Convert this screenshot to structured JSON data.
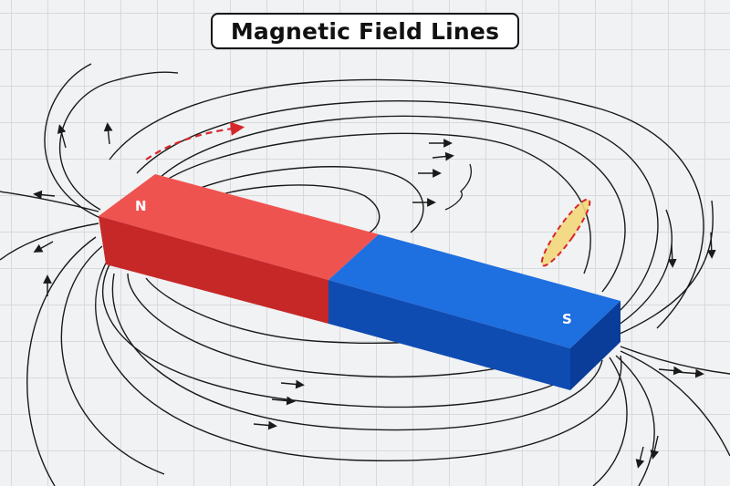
{
  "title": "Magnetic Field Lines",
  "magnet": {
    "north_label": "N",
    "south_label": "S",
    "north_color": "#e5363a",
    "south_color": "#1d5fd0"
  },
  "colors": {
    "field_line": "#1a1a1a",
    "highlight": "#d7262b",
    "background": "#f1f2f3"
  }
}
